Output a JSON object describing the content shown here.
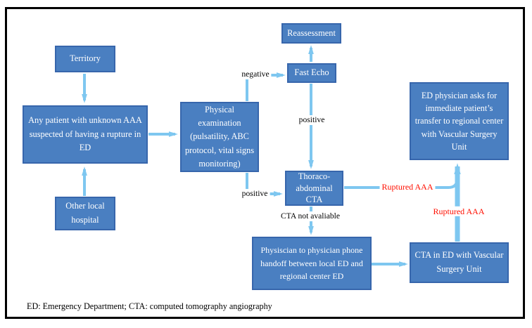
{
  "colors": {
    "node-fill": "#4a7fc1",
    "node-border": "#3766ac",
    "arrow": "#7ec7f0",
    "red": "#ff0f00",
    "frame": "#000000"
  },
  "diagram": {
    "nodes": {
      "territory": {
        "label": "Territory"
      },
      "any_patient": {
        "label": "Any patient with unknown AAA suspected of having a rupture in ED"
      },
      "other_hospital": {
        "label": "Other local hospital"
      },
      "physical_exam": {
        "label": "Physical examination (pulsatility, ABC protocol, vital signs monitoring)"
      },
      "reassessment": {
        "label": "Reassessment"
      },
      "fast_echo": {
        "label": "Fast Echo"
      },
      "thoraco_cta": {
        "label": "Thoraco-abdominal CTA"
      },
      "handoff": {
        "label": "Physiscian to physician phone handoff between local ED and regional center ED"
      },
      "cta_in_ed": {
        "label": "CTA in ED with Vascular Surgery Unit"
      },
      "ed_physician": {
        "label": "ED physician asks for immediate patient’s transfer to regional center with Vascular Surgery Unit"
      }
    },
    "edge_labels": {
      "negative": "negative",
      "positive_fast_echo": "positive",
      "positive_physical": "positive",
      "cta_not_available": "CTA not avaliable",
      "ruptured_aaa_top": "Ruptured AAA",
      "ruptured_aaa_bottom": "Ruptured AAA"
    },
    "footer": "ED: Emergency Department; CTA: computed tomography angiography"
  }
}
